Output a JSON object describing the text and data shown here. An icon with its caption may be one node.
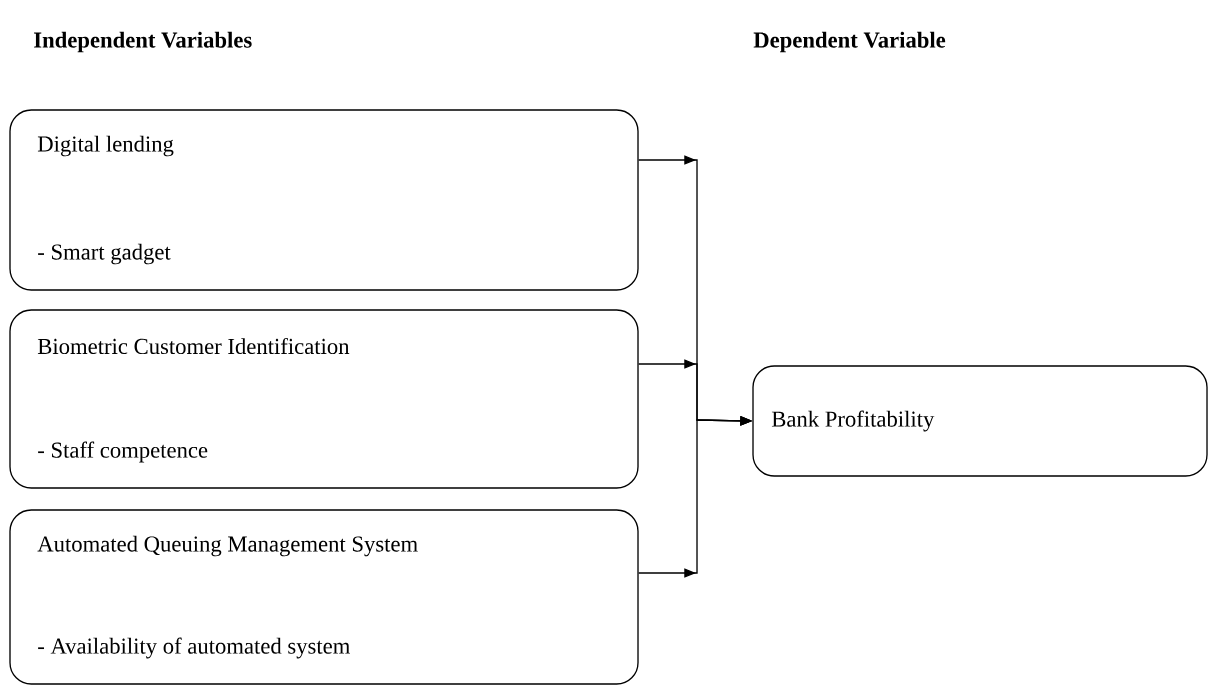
{
  "diagram": {
    "nodes": [
      {
        "text": [
          "Digital lending",
          "- Smart gadget"
        ]
      },
      {
        "text": [
          "Biometric Customer Identification",
          "- Staff competence"
        ]
      },
      {
        "text": [
          "Automated Queuing Management System",
          "- Availability of automated system"
        ]
      },
      {
        "text": [
          "Bank Profitability"
        ]
      }
    ],
    "edges": [
      {
        "from": 0,
        "to": 3,
        "arrow": "to"
      },
      {
        "from": 1,
        "to": 3,
        "arrow": "to"
      },
      {
        "from": 2,
        "to": 3,
        "arrow": "to"
      }
    ],
    "labels": [
      "Independent Variables",
      "Dependent Variable"
    ]
  }
}
